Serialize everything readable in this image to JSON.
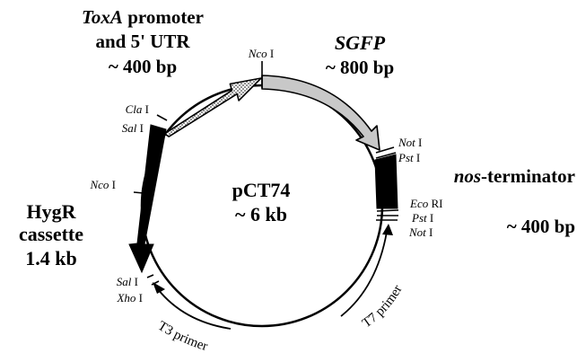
{
  "plasmid": {
    "name": "pCT74",
    "size": "~ 6 kb"
  },
  "features": {
    "toxa": {
      "name": "ToxA",
      "line1_rest": " promoter",
      "line2": "and 5' UTR",
      "size": "~ 400 bp"
    },
    "sgfp": {
      "name": "SGFP",
      "size": "~ 800 bp"
    },
    "nos": {
      "name": "nos",
      "rest": "-terminator",
      "size": "~ 400 bp"
    },
    "hygr": {
      "line1": "HygR",
      "line2": "cassette",
      "size": "1.4 kb"
    }
  },
  "sites": {
    "nco_top": {
      "enzyme": "Nco",
      "numeral": "I"
    },
    "cla": {
      "enzyme": "Cla",
      "numeral": "I"
    },
    "sal_upper": {
      "enzyme": "Sal",
      "numeral": "I"
    },
    "nco_left": {
      "enzyme": "Nco",
      "numeral": "I"
    },
    "sal_lower": {
      "enzyme": "Sal",
      "numeral": "I"
    },
    "xho": {
      "enzyme": "Xho",
      "numeral": "I"
    },
    "not_upper": {
      "enzyme": "Not",
      "numeral": "I"
    },
    "pst_upper": {
      "enzyme": "Pst",
      "numeral": "I"
    },
    "eco": {
      "enzyme": "Eco",
      "numeral": "RI"
    },
    "pst_lower": {
      "enzyme": "Pst",
      "numeral": "I"
    },
    "not_lower": {
      "enzyme": "Not",
      "numeral": "I"
    }
  },
  "primers": {
    "t3": "T3 primer",
    "t7": "T7 primer"
  },
  "colors": {
    "ink": "#000000",
    "sgfp_fill": "#c8c8c8",
    "toxa_fill": "#ffffff"
  }
}
